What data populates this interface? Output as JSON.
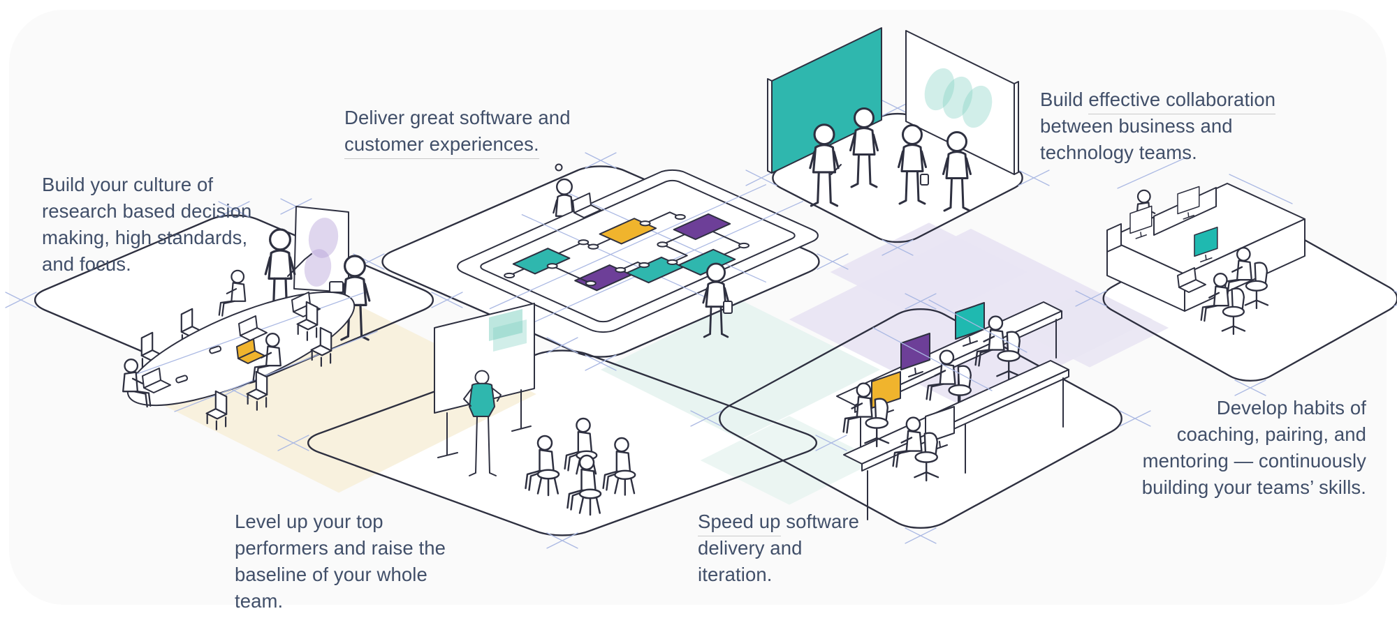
{
  "page": {
    "background": "#ffffff",
    "panel_background": "#fafafa"
  },
  "colors": {
    "teal": "#2fb7ae",
    "purple": "#6d3f98",
    "yellow": "#f0b42d",
    "light_purple_venn": "#b39ed6",
    "light_teal_venn": "#7ccfc0",
    "lavender_floor_tint": "#e9e5f3",
    "beige_floor_tint": "#f7efda",
    "teal_floor_tint": "#e4f2ee",
    "ink_outline": "#2e3040",
    "sketch_guide_blue": "#abb9e3",
    "caption_text": "#414f69",
    "caption_underline": "#c9c9c9"
  },
  "captions": {
    "culture": {
      "lines": [
        "Build your culture of",
        "research based decision",
        "making, high standards,",
        "and focus."
      ]
    },
    "deliver": {
      "line1": "Deliver great software and",
      "line2_underlined": "customer experiences."
    },
    "collaboration": {
      "line1_pre": "Build ",
      "line1_underlined": "effective collaboration",
      "line2": "between business and",
      "line3": "technology teams."
    },
    "levelup": {
      "lines": [
        "Level up your top",
        "performers and raise the",
        "baseline of your whole team."
      ]
    },
    "speedup": {
      "line1_underlined": "Speed up",
      "line1_post": " software",
      "line2": "delivery and iteration."
    },
    "coaching": {
      "lines": [
        "Develop habits of",
        "coaching, pairing, and",
        "mentoring — continuously",
        "building your teams’ skills."
      ]
    }
  },
  "scenes": [
    {
      "name": "conference-room-strategy-meeting",
      "accents": [
        "purple-venn-flipchart",
        "yellow-laptop"
      ]
    },
    {
      "name": "value-stream-mapping-table",
      "accents": [
        "teal-cards",
        "purple-cards",
        "yellow-card"
      ]
    },
    {
      "name": "collaboration-whiteboards",
      "accents": [
        "teal-board",
        "venn-diagram-board"
      ]
    },
    {
      "name": "team-coaching-session",
      "accents": [
        "teal-sticky-notes",
        "teal-shirt-presenter"
      ]
    },
    {
      "name": "delivery-team-desks",
      "accents": [
        "yellow-monitor",
        "purple-monitor",
        "teal-monitor"
      ]
    },
    {
      "name": "pairing-workstations",
      "accents": [
        "teal-monitor"
      ]
    }
  ]
}
